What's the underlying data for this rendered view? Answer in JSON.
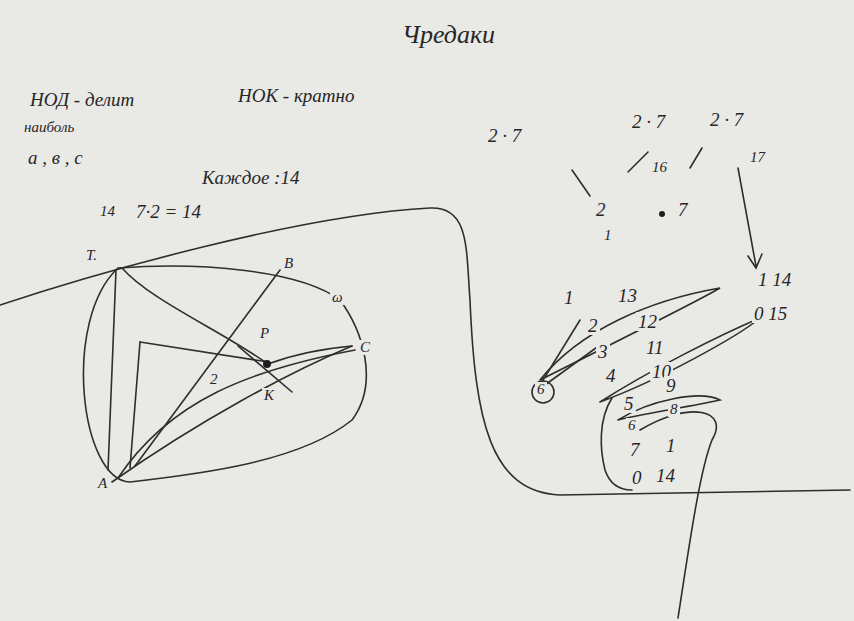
{
  "diagram": {
    "title": "Чредаки",
    "labels": [
      "НОД - делит",
      "наиболь",
      "а , в , с",
      "НОК - кратно",
      "Каждое :14",
      "14",
      "7·2 = 14",
      "T.",
      "B",
      "ω",
      "P",
      "C",
      "K",
      "2",
      "A",
      "2 · 7",
      "2 · 7",
      "2 · 7",
      "16",
      "17",
      "2",
      "7",
      "1",
      "1 14",
      "0 15",
      "1",
      "13",
      "2",
      "12",
      "3",
      "11",
      "4",
      "10",
      "5",
      "9",
      "6",
      "8",
      "7",
      "1",
      "0",
      "14",
      "6"
    ]
  }
}
